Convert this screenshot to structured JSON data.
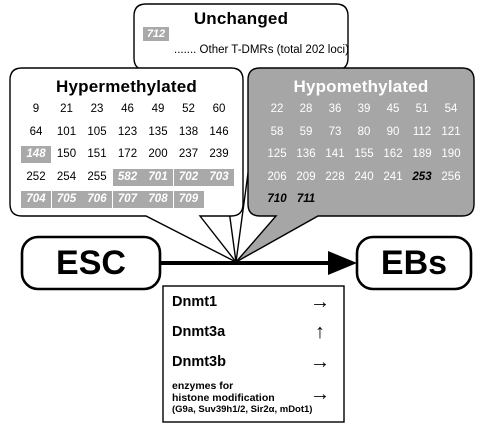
{
  "unchanged": {
    "title": "Unchanged",
    "shaded_number": "712",
    "other_text": "....... Other T-DMRs (total 202 loci)"
  },
  "hypermethylated": {
    "title": "Hypermethylated",
    "rows": [
      [
        {
          "v": "9"
        },
        {
          "v": "21"
        },
        {
          "v": "23"
        },
        {
          "v": "46"
        },
        {
          "v": "49"
        },
        {
          "v": "52"
        },
        {
          "v": "60"
        }
      ],
      [
        {
          "v": "64"
        },
        {
          "v": "101"
        },
        {
          "v": "105"
        },
        {
          "v": "123"
        },
        {
          "v": "135"
        },
        {
          "v": "138"
        },
        {
          "v": "146"
        }
      ],
      [
        {
          "v": "148",
          "s": "shaded"
        },
        {
          "v": "150"
        },
        {
          "v": "151"
        },
        {
          "v": "172"
        },
        {
          "v": "200"
        },
        {
          "v": "237"
        },
        {
          "v": "239"
        }
      ],
      [
        {
          "v": "252"
        },
        {
          "v": "254"
        },
        {
          "v": "255"
        },
        {
          "v": "582",
          "s": "shaded"
        },
        {
          "v": "701",
          "s": "shaded"
        },
        {
          "v": "702",
          "s": "shaded"
        },
        {
          "v": "703",
          "s": "shaded"
        }
      ],
      [
        {
          "v": "704",
          "s": "shaded"
        },
        {
          "v": "705",
          "s": "shaded"
        },
        {
          "v": "706",
          "s": "shaded"
        },
        {
          "v": "707",
          "s": "shaded"
        },
        {
          "v": "708",
          "s": "shaded"
        },
        {
          "v": "709",
          "s": "shaded"
        }
      ]
    ]
  },
  "hypomethylated": {
    "title": "Hypomethylated",
    "rows": [
      [
        {
          "v": "22"
        },
        {
          "v": "28"
        },
        {
          "v": "36"
        },
        {
          "v": "39"
        },
        {
          "v": "45"
        },
        {
          "v": "51"
        },
        {
          "v": "54"
        }
      ],
      [
        {
          "v": "58"
        },
        {
          "v": "59"
        },
        {
          "v": "73"
        },
        {
          "v": "80"
        },
        {
          "v": "90"
        },
        {
          "v": "112"
        },
        {
          "v": "121"
        }
      ],
      [
        {
          "v": "125"
        },
        {
          "v": "136"
        },
        {
          "v": "141"
        },
        {
          "v": "155"
        },
        {
          "v": "162"
        },
        {
          "v": "189"
        },
        {
          "v": "190"
        }
      ],
      [
        {
          "v": "206"
        },
        {
          "v": "209"
        },
        {
          "v": "228"
        },
        {
          "v": "240"
        },
        {
          "v": "241"
        },
        {
          "v": "253",
          "s": "bi"
        },
        {
          "v": "256"
        }
      ],
      [
        {
          "v": "710",
          "s": "bi"
        },
        {
          "v": "711",
          "s": "bi"
        }
      ]
    ]
  },
  "nodes": {
    "source": "ESC",
    "target": "EBs"
  },
  "enzymes": [
    {
      "name": "Dnmt1",
      "arrow": "→"
    },
    {
      "name": "Dnmt3a",
      "arrow": "↑"
    },
    {
      "name": "Dnmt3b",
      "arrow": "→"
    }
  ],
  "histone": {
    "line1": "enzymes for",
    "line2": "histone modification",
    "line3": "(G9a, Suv39h1/2, Sir2α, mDot1)",
    "arrow": "→"
  },
  "colors": {
    "hypo_fill": "#a6a6a6",
    "shaded_cell": "#a9a9a9",
    "outline": "#000000"
  }
}
